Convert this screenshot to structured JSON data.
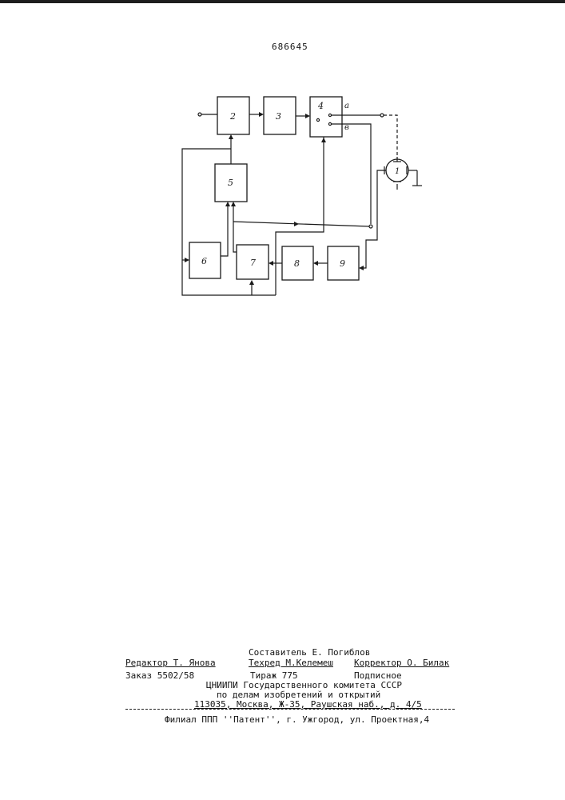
{
  "header": {
    "patent_number": "686645"
  },
  "diagram": {
    "blocks": [
      "1",
      "2",
      "3",
      "4",
      "5",
      "6",
      "7",
      "8",
      "9"
    ],
    "switch_terminals": [
      "a",
      "в"
    ]
  },
  "colophon": {
    "compiler": "Составитель Е. Погиблов",
    "editor": "Редактор Т. Янова",
    "tech_editor": "Техред М.Келемеш",
    "corrector": "Корректор О. Билак",
    "order": "Заказ 5502/58",
    "circulation": "Тираж 775",
    "subscription": "Подписное",
    "org_line1": "ЦНИИПИ Государственного комитета СССР",
    "org_line2": "по делам изобретений и открытий",
    "address": "113035, Москва, Ж-35, Раушская наб., д. 4/5",
    "branch": "Филиал ППП ''Патент'', г. Ужгород, ул. Проектная,4"
  }
}
